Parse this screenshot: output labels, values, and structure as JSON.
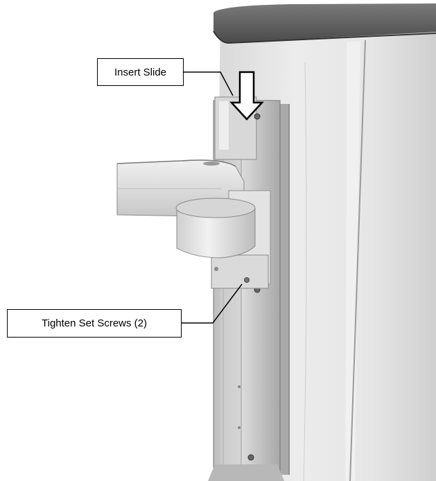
{
  "callouts": {
    "insert_slide": "Insert Slide",
    "tighten_set_screws": "Tighten Set Screws (2)"
  },
  "photo": {
    "subject": "monitor arm slide mounted on column rail",
    "tone": "grayscale"
  },
  "icons": {
    "insert_arrow": "down-arrow-icon"
  }
}
